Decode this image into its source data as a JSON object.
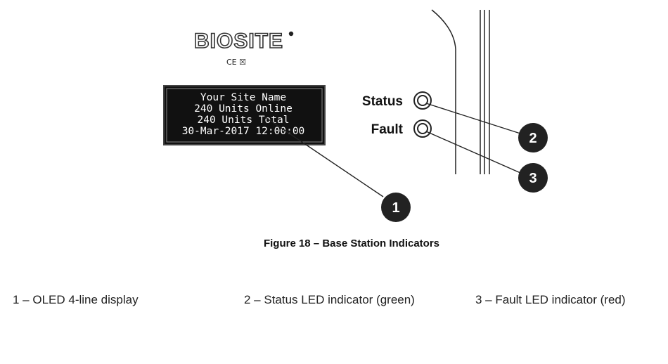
{
  "logo": {
    "brand": "BIOSITE",
    "regulatory_marks": "CE ☒",
    "registered_mark": "circle-dot-icon"
  },
  "oled_display": {
    "lines": [
      "Your Site Name",
      "240 Units Online",
      "240 Units Total",
      "30-Mar-2017 12:00:00"
    ]
  },
  "indicators": [
    {
      "label": "Status",
      "callout": "2",
      "color": "#2e9e3f"
    },
    {
      "label": "Fault",
      "callout": "3",
      "color": "#d32f2f"
    }
  ],
  "display_callout": "1",
  "caption": "Figure 18 – Base Station Indicators",
  "legend": [
    "1 – OLED 4-line display",
    "2 – Status LED indicator (green)",
    "3 – Fault LED indicator (red)"
  ],
  "colors": {
    "callout_fill": "#222222",
    "display_background": "#111111",
    "line_color": "#222222"
  }
}
